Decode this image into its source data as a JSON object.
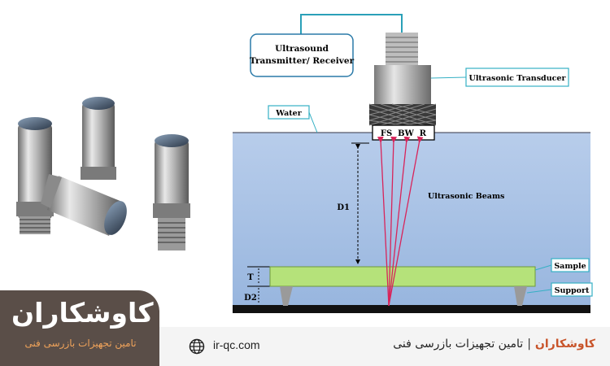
{
  "diagram": {
    "transmitter_label_line1": "Ultrasound",
    "transmitter_label_line2": "Transmitter/ Receiver",
    "transducer_label": "Ultrasonic Transducer",
    "water_label": "Water",
    "face_labels": "FS  BW  R",
    "beams_label": "Ultrasonic Beams",
    "d1_label": "D1",
    "t_label": "T",
    "d2_label": "D2",
    "sample_label": "Sample",
    "support_label": "Support"
  },
  "logo": {
    "main": "کاوشکاران",
    "sub": "تامین تجهیزات بازرسی فنی"
  },
  "footer": {
    "website": "ir-qc.com",
    "brand": "کاوشکاران",
    "tagline": "تامین تجهیزات بازرسی فنی"
  },
  "colors": {
    "water": "#a9c4e6",
    "sample": "#b5e27a",
    "logo_bg": "#5a4e48",
    "accent": "#f0a35a",
    "beams": "#d8245a",
    "callout_border": "#35b0c4"
  }
}
